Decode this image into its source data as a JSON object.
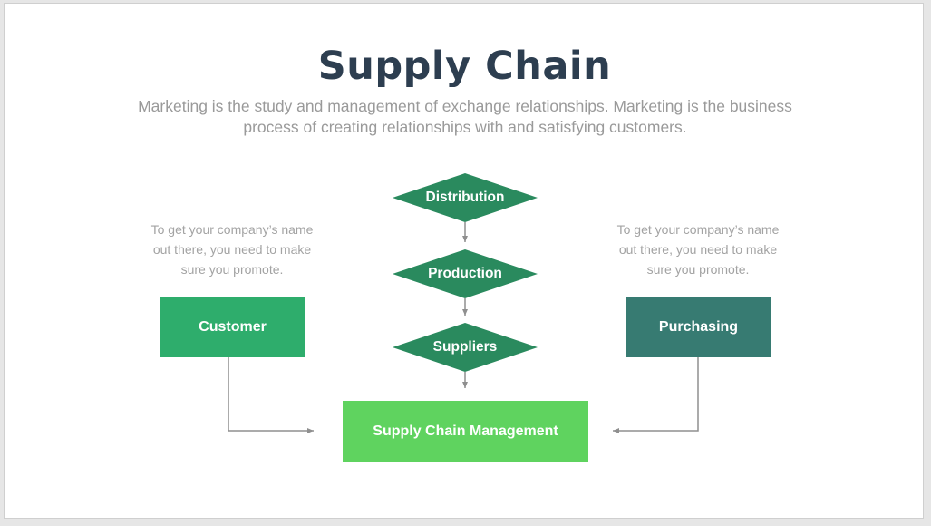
{
  "title": "Supply Chain",
  "subtitle": "Marketing is the study and management of exchange relationships. Marketing is the business process of creating relationships with and satisfying customers.",
  "left": {
    "text": "To get your company’s name out there, you need to make sure you promote.",
    "box_label": "Customer",
    "box_color": "#2ead6c"
  },
  "right": {
    "text": "To get your company’s name out there, you need to make sure you promote.",
    "box_label": "Purchasing",
    "box_color": "#377b72"
  },
  "flow": {
    "steps": [
      "Distribution",
      "Production",
      "Suppliers"
    ],
    "diamond_color": "#2a8a5e",
    "bottom_label": "Supply Chain Management",
    "bottom_color": "#5fd35f"
  },
  "colors": {
    "title": "#2d3e50",
    "connector": "#8f8f8f"
  }
}
